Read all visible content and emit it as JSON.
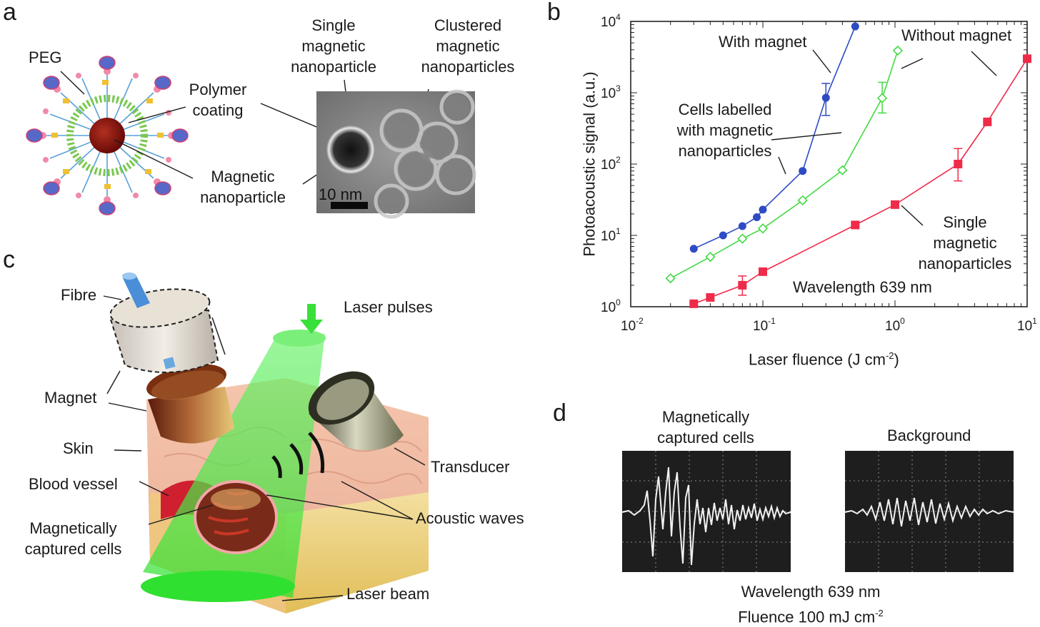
{
  "panels": {
    "a": {
      "letter": "a",
      "peg": "PEG",
      "polymer_coating": [
        "Polymer",
        "coating"
      ],
      "magnetic_np": [
        "Magnetic",
        "nanoparticle"
      ],
      "single_np": [
        "Single",
        "magnetic",
        "nanoparticle"
      ],
      "clustered_np": [
        "Clustered",
        "magnetic",
        "nanoparticles"
      ],
      "scale_bar": "10 nm"
    },
    "b": {
      "letter": "b",
      "annotations": {
        "with_magnet": "With magnet",
        "without_magnet": "Without magnet",
        "cells_labelled": [
          "Cells labelled",
          "with magnetic",
          "nanoparticles"
        ],
        "single_np": [
          "Single",
          "magnetic",
          "nanoparticles"
        ],
        "wavelength": "Wavelength 639 nm"
      }
    },
    "c": {
      "letter": "c",
      "fibre": "Fibre",
      "laser_pulses": "Laser pulses",
      "magnet": "Magnet",
      "skin": "Skin",
      "transducer": "Transducer",
      "blood_vessel": "Blood vessel",
      "acoustic_waves": "Acoustic waves",
      "captured_cells": [
        "Magnetically",
        "captured cells"
      ],
      "laser_beam": "Laser beam"
    },
    "d": {
      "letter": "d",
      "captured": [
        "Magnetically",
        "captured cells"
      ],
      "background": "Background",
      "wavelength": "Wavelength 639 nm",
      "fluence_text": "Fluence 100 mJ cm",
      "fluence_sup": "-2"
    }
  },
  "chart_data": {
    "type": "line",
    "xlabel": "Laser fluence (J cm",
    "xlabel_sup": "-2",
    "xlabel_end": ")",
    "ylabel": "Photoacoustic signal (a.u.)",
    "x_scale": "log",
    "y_scale": "log",
    "xlim": [
      0.01,
      10
    ],
    "ylim": [
      1,
      10000
    ],
    "x_ticks": [
      {
        "base": "10",
        "exp": "-2"
      },
      {
        "base": "10",
        "exp": "-1"
      },
      {
        "base": "10",
        "exp": "0"
      },
      {
        "base": "10",
        "exp": "1"
      }
    ],
    "y_ticks": [
      {
        "base": "10",
        "exp": "0"
      },
      {
        "base": "10",
        "exp": "1"
      },
      {
        "base": "10",
        "exp": "2"
      },
      {
        "base": "10",
        "exp": "3"
      },
      {
        "base": "10",
        "exp": "4"
      }
    ],
    "series": [
      {
        "color": "#2e4bc4",
        "marker": "circle-filled",
        "points": [
          [
            0.03,
            6.5
          ],
          [
            0.05,
            10
          ],
          [
            0.07,
            13.5
          ],
          [
            0.09,
            18
          ],
          [
            0.1,
            23
          ],
          [
            0.2,
            80
          ],
          [
            0.3,
            850
          ],
          [
            0.5,
            8500
          ]
        ],
        "error_bars": [
          {
            "x": 0.3,
            "low": 480,
            "high": 1350
          }
        ]
      },
      {
        "color": "#44d944",
        "marker": "diamond-open",
        "points": [
          [
            0.02,
            2.5
          ],
          [
            0.04,
            5
          ],
          [
            0.07,
            9
          ],
          [
            0.1,
            12.5
          ],
          [
            0.2,
            31
          ],
          [
            0.4,
            82
          ],
          [
            0.8,
            840
          ],
          [
            1.05,
            3900
          ]
        ],
        "error_bars": [
          {
            "x": 0.8,
            "low": 520,
            "high": 1400
          }
        ]
      },
      {
        "color": "#ef2b4a",
        "marker": "square-filled",
        "points": [
          [
            0.03,
            1.1
          ],
          [
            0.04,
            1.35
          ],
          [
            0.07,
            2
          ],
          [
            0.1,
            3.1
          ],
          [
            0.5,
            14
          ],
          [
            1.0,
            27
          ],
          [
            3.0,
            100
          ],
          [
            5.0,
            390
          ],
          [
            10.0,
            3000
          ]
        ],
        "error_bars": [
          {
            "x": 0.07,
            "low": 1.45,
            "high": 2.7
          },
          {
            "x": 3.0,
            "low": 58,
            "high": 165
          }
        ]
      }
    ]
  }
}
